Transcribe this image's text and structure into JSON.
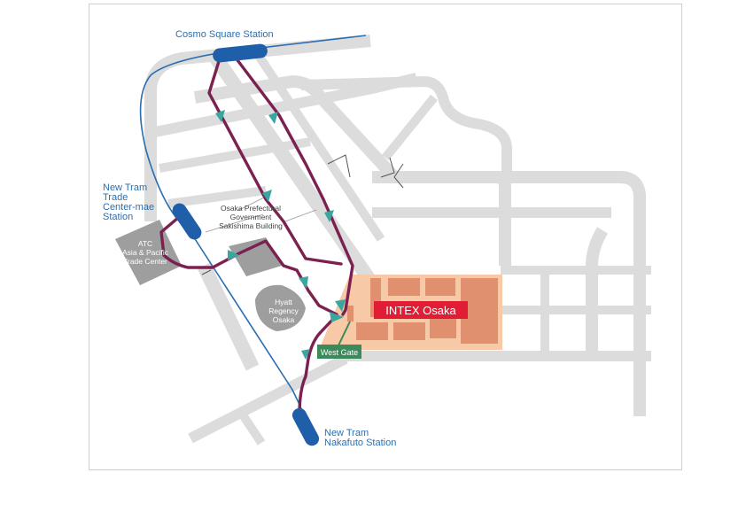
{
  "map": {
    "venue": "INTEX Osaka",
    "gate": "West Gate",
    "stations": {
      "cosmo_square": "Cosmo Square Station",
      "atc_line1": "New Tram",
      "atc_line2": "Trade",
      "atc_line3": "Center-mae",
      "atc_line4": "Station",
      "nakafuto_line1": "New Tram",
      "nakafuto_line2": "Nakafuto Station"
    },
    "buildings": {
      "atc_line1": "ATC",
      "atc_line2": "Asia & Pacific",
      "atc_line3": "Trade Center",
      "osaka_line1": "Osaka Prefectural",
      "osaka_line2": "Government",
      "osaka_line3": "Sakishima Building",
      "hyatt_line1": "Hyatt",
      "hyatt_line2": "Regency",
      "hyatt_line3": "Osaka"
    },
    "colors": {
      "route": "#7b2150",
      "arrow": "#3aa6a0",
      "rail": "#2a6db0",
      "station": "#1f5ea8",
      "road": "#dcdcdc",
      "venue_area": "#f7c9a6",
      "venue_hall": "#e0906e",
      "venue_label_bg": "#e11d36",
      "gate_bg": "#3a8a5a",
      "label_blue": "#2c6fb0"
    }
  }
}
